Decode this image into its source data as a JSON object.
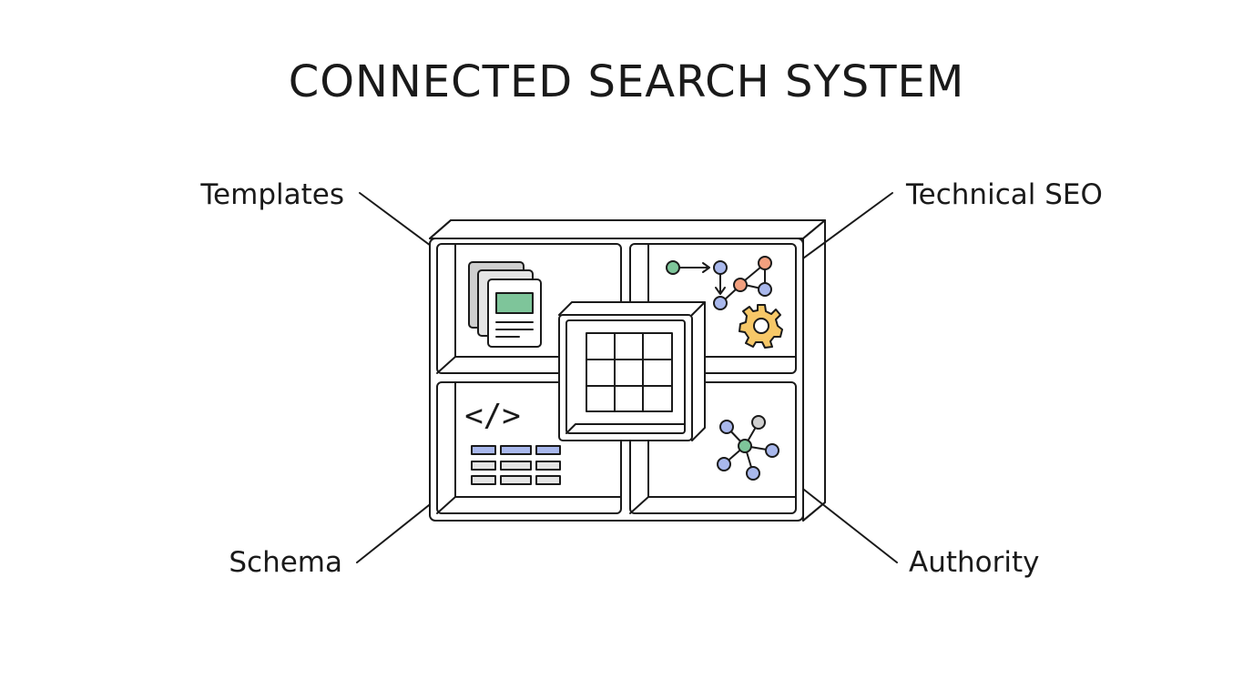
{
  "title": "CONNECTED SEARCH SYSTEM",
  "callouts": {
    "templates": "Templates",
    "technical_seo": "Technical SEO",
    "schema": "Schema",
    "authority": "Authority"
  },
  "schema_icon": {
    "code_glyph": "</>"
  },
  "colors": {
    "stroke": "#1a1a1a",
    "green": "#7ec59a",
    "blue": "#a9b8ec",
    "orange": "#f2a07f",
    "gear": "#f7c868",
    "gray": "#cfcfcf",
    "light_gray": "#e4e4e4"
  },
  "icons": {
    "templates": "document-stack-icon",
    "technical_seo": "workflow-gear-icon",
    "schema": "code-table-icon",
    "authority": "network-graph-icon",
    "center": "grid-table-icon"
  }
}
